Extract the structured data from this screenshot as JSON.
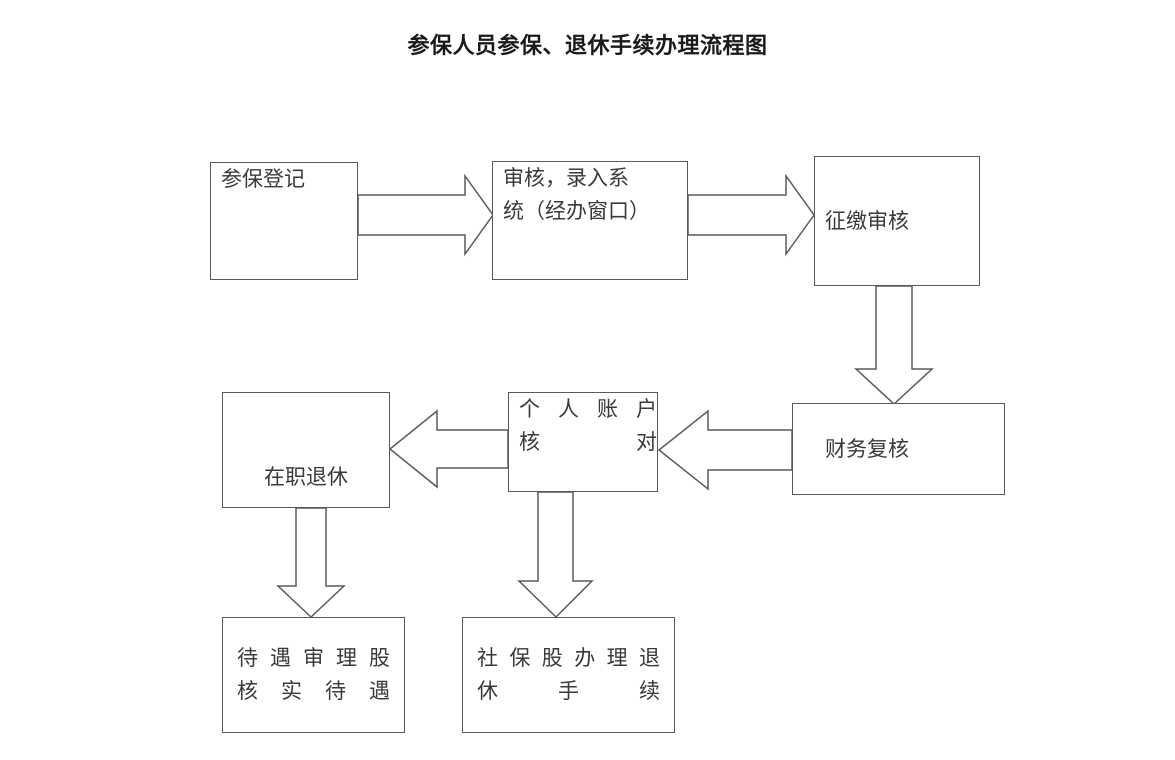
{
  "document": {
    "title": "参保人员参保、退休手续办理流程图",
    "type": "flowchart",
    "background_color": "#ffffff",
    "line_color": "#5a5a5a",
    "text_color": "#3a3a3a"
  },
  "nodes": [
    {
      "id": "n1",
      "label": "参保登记"
    },
    {
      "id": "n2",
      "label": "审核，录入系\n统（经办窗口）"
    },
    {
      "id": "n3",
      "label": "征缴审核"
    },
    {
      "id": "n4",
      "label": "财务复核"
    },
    {
      "id": "n5",
      "label": "个 人 账 户\n核对"
    },
    {
      "id": "n6",
      "label": "在职退休"
    },
    {
      "id": "n7",
      "label": "待 遇 审 理 股\n核实待遇"
    },
    {
      "id": "n8",
      "label": "社 保 股 办 理 退\n休手续"
    }
  ],
  "edges": [
    {
      "from": "参保登记",
      "to": "审核，录入系统（经办窗口）",
      "direction": "right"
    },
    {
      "from": "审核，录入系统（经办窗口）",
      "to": "征缴审核",
      "direction": "right"
    },
    {
      "from": "征缴审核",
      "to": "财务复核",
      "direction": "down"
    },
    {
      "from": "财务复核",
      "to": "个人账户核对",
      "direction": "left"
    },
    {
      "from": "个人账户核对",
      "to": "在职退休",
      "direction": "left"
    },
    {
      "from": "在职退休",
      "to": "待遇审理股核实待遇",
      "direction": "down"
    },
    {
      "from": "个人账户核对",
      "to": "社保股办理退休手续",
      "direction": "down"
    }
  ]
}
